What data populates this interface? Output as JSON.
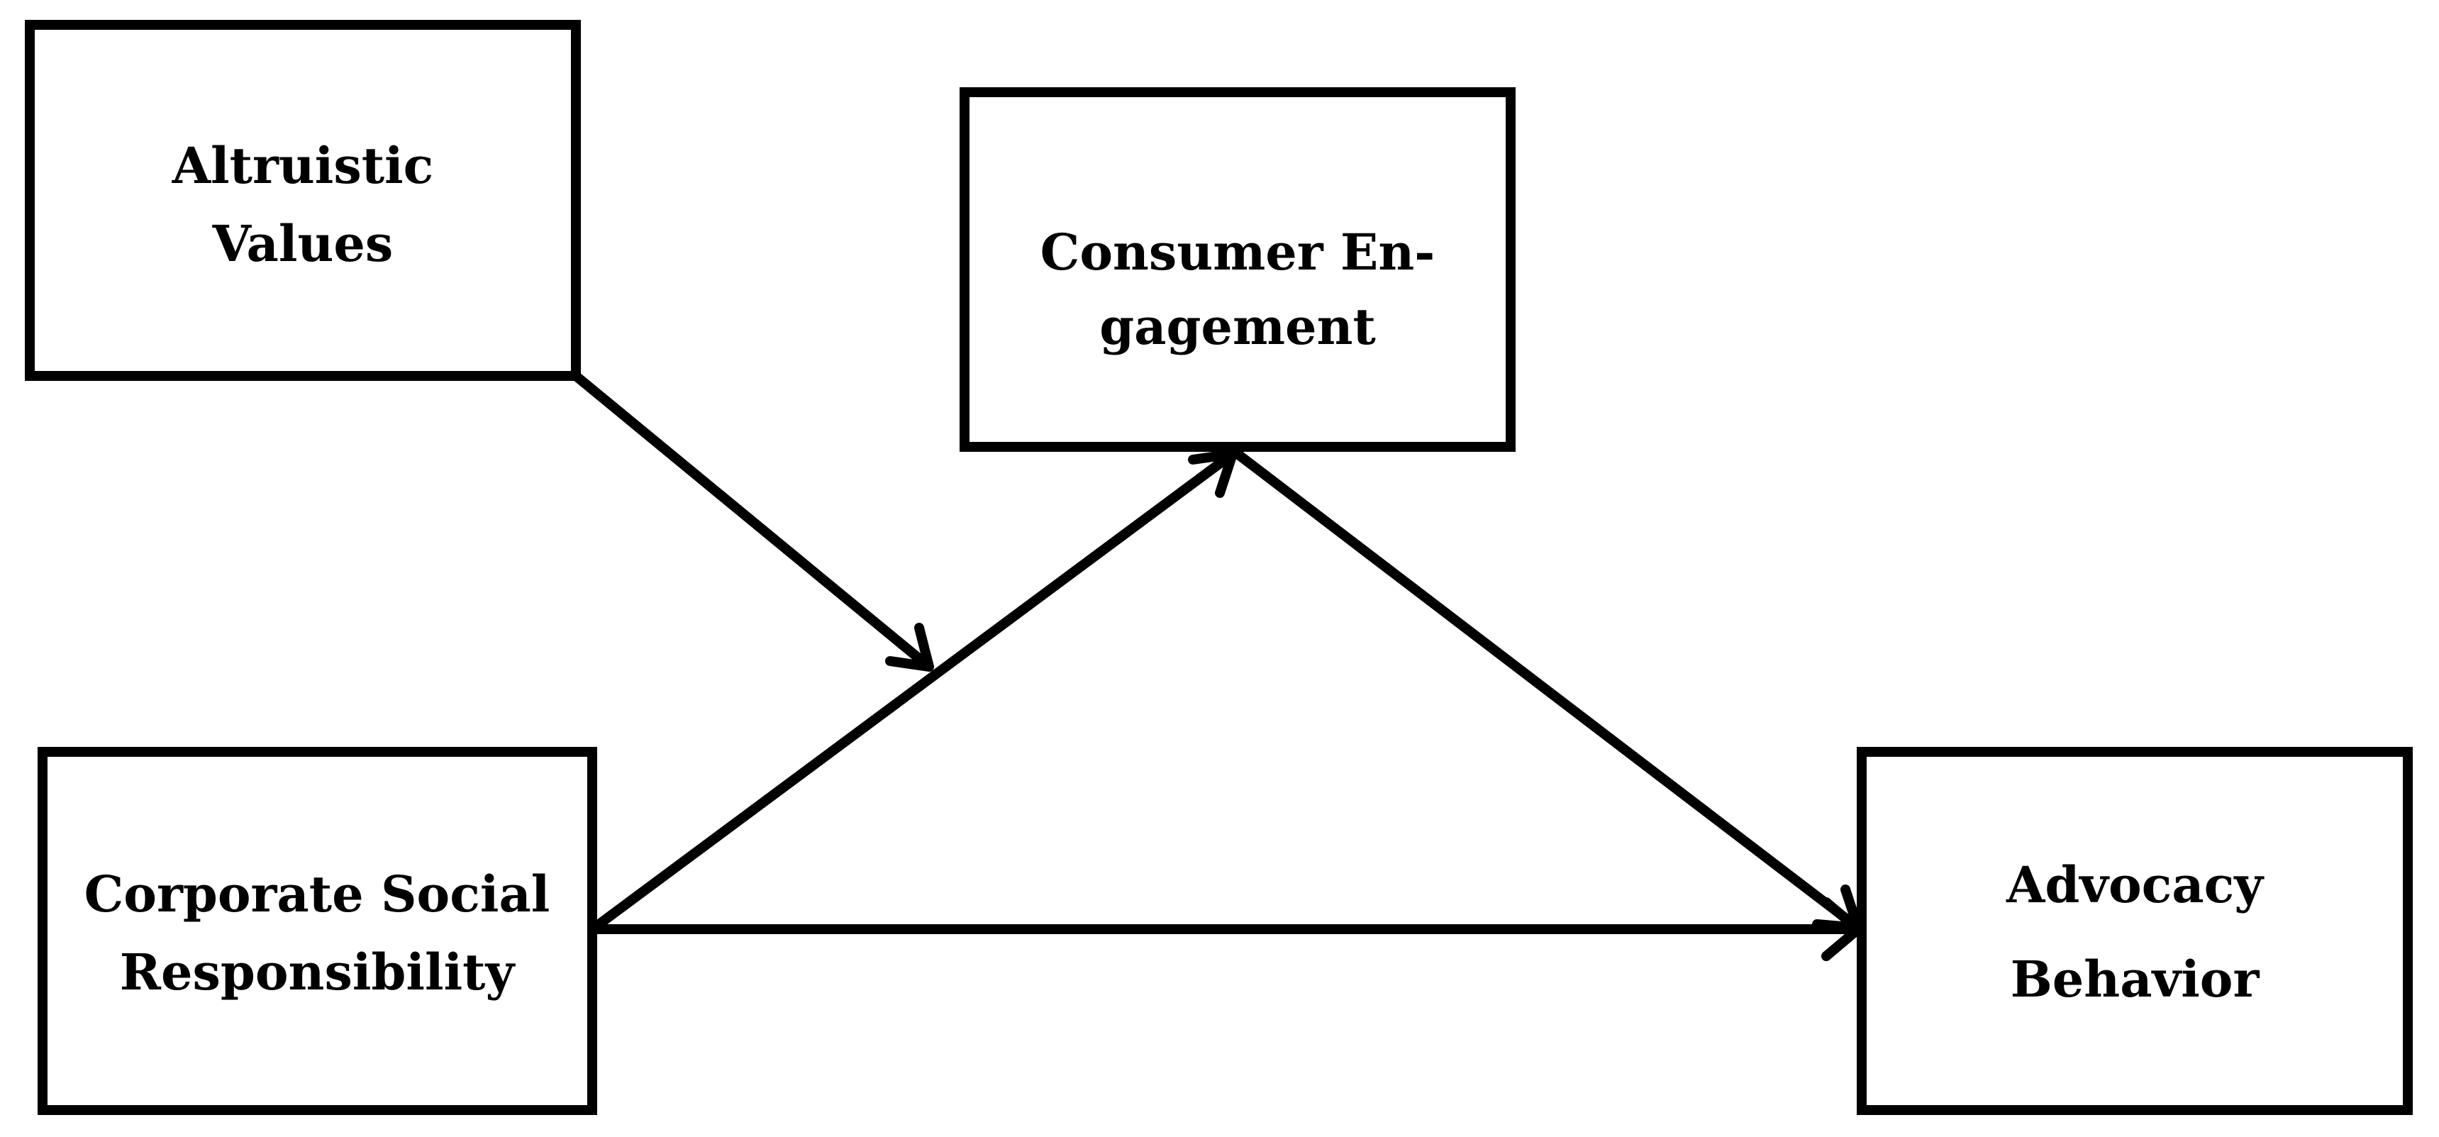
{
  "nodes": {
    "altruistic_values": {
      "line1": "Altruistic",
      "line2": "Values"
    },
    "consumer_engagement": {
      "line1": "Consumer En-",
      "line2": "gagement"
    },
    "csr": {
      "line1": "Corporate Social",
      "line2": "Responsibility"
    },
    "advocacy_behavior": {
      "line1": "Advocacy",
      "line2": "Behavior"
    }
  },
  "edges": [
    {
      "from": "Altruistic Values",
      "to": "CSR → Consumer Engagement path",
      "type": "moderation"
    },
    {
      "from": "Corporate Social Responsibility",
      "to": "Consumer Engagement",
      "type": "direct"
    },
    {
      "from": "Consumer Engagement",
      "to": "Advocacy Behavior",
      "type": "direct"
    },
    {
      "from": "Corporate Social Responsibility",
      "to": "Advocacy Behavior",
      "type": "direct"
    }
  ],
  "colors": {
    "stroke": "#000000",
    "background": "#ffffff"
  }
}
